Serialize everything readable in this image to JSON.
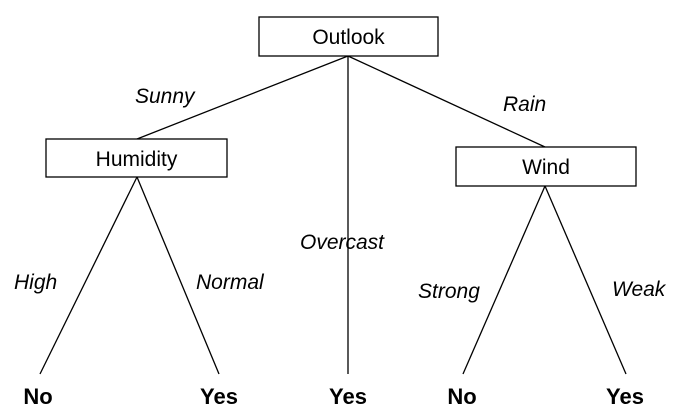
{
  "tree": {
    "root": {
      "label": "Outlook"
    },
    "nodes": {
      "humidity": "Humidity",
      "wind": "Wind"
    },
    "edges": {
      "sunny": "Sunny",
      "overcast": "Overcast",
      "rain": "Rain",
      "high": "High",
      "normal": "Normal",
      "strong": "Strong",
      "weak": "Weak"
    },
    "leaves": {
      "humidity_high": "No",
      "humidity_normal": "Yes",
      "overcast": "Yes",
      "wind_strong": "No",
      "wind_weak": "Yes"
    }
  }
}
